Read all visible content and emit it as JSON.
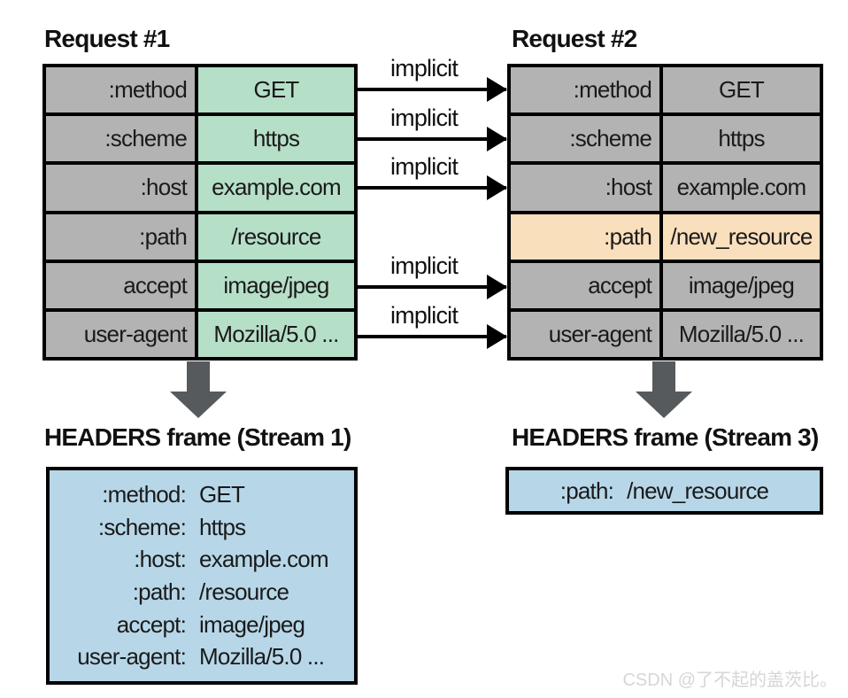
{
  "titles": {
    "request1": "Request #1",
    "request2": "Request #2",
    "frame1": "HEADERS frame (Stream 1)",
    "frame3": "HEADERS frame (Stream 3)"
  },
  "request1": {
    "rows": [
      {
        "key": ":method",
        "value": "GET"
      },
      {
        "key": ":scheme",
        "value": "https"
      },
      {
        "key": ":host",
        "value": "example.com"
      },
      {
        "key": ":path",
        "value": "/resource"
      },
      {
        "key": "accept",
        "value": "image/jpeg"
      },
      {
        "key": "user-agent",
        "value": "Mozilla/5.0 ..."
      }
    ]
  },
  "request2": {
    "highlighted_key": ":path",
    "rows": [
      {
        "key": ":method",
        "value": "GET"
      },
      {
        "key": ":scheme",
        "value": "https"
      },
      {
        "key": ":host",
        "value": "example.com"
      },
      {
        "key": ":path",
        "value": "/new_resource"
      },
      {
        "key": "accept",
        "value": "image/jpeg"
      },
      {
        "key": "user-agent",
        "value": "Mozilla/5.0 ..."
      }
    ]
  },
  "arrows": {
    "labels": [
      "implicit",
      "implicit",
      "implicit",
      "implicit",
      "implicit"
    ]
  },
  "frame1": {
    "rows": [
      {
        "key": ":method:",
        "value": "GET"
      },
      {
        "key": ":scheme:",
        "value": "https"
      },
      {
        "key": ":host:",
        "value": "example.com"
      },
      {
        "key": ":path:",
        "value": "/resource"
      },
      {
        "key": "accept:",
        "value": "image/jpeg"
      },
      {
        "key": "user-agent:",
        "value": "Mozilla/5.0 ..."
      }
    ]
  },
  "frame3": {
    "key": ":path:",
    "value": "/new_resource"
  },
  "watermark": "CSDN @了不起的盖茨比。",
  "colors": {
    "cell_grey": "#b3b3b3",
    "cell_green": "#b6dfc8",
    "cell_orange": "#fadfbd",
    "frame_blue": "#b7d7e9",
    "arrow_dark": "#565a5c",
    "watermark_grey": "#d6d6d6"
  }
}
